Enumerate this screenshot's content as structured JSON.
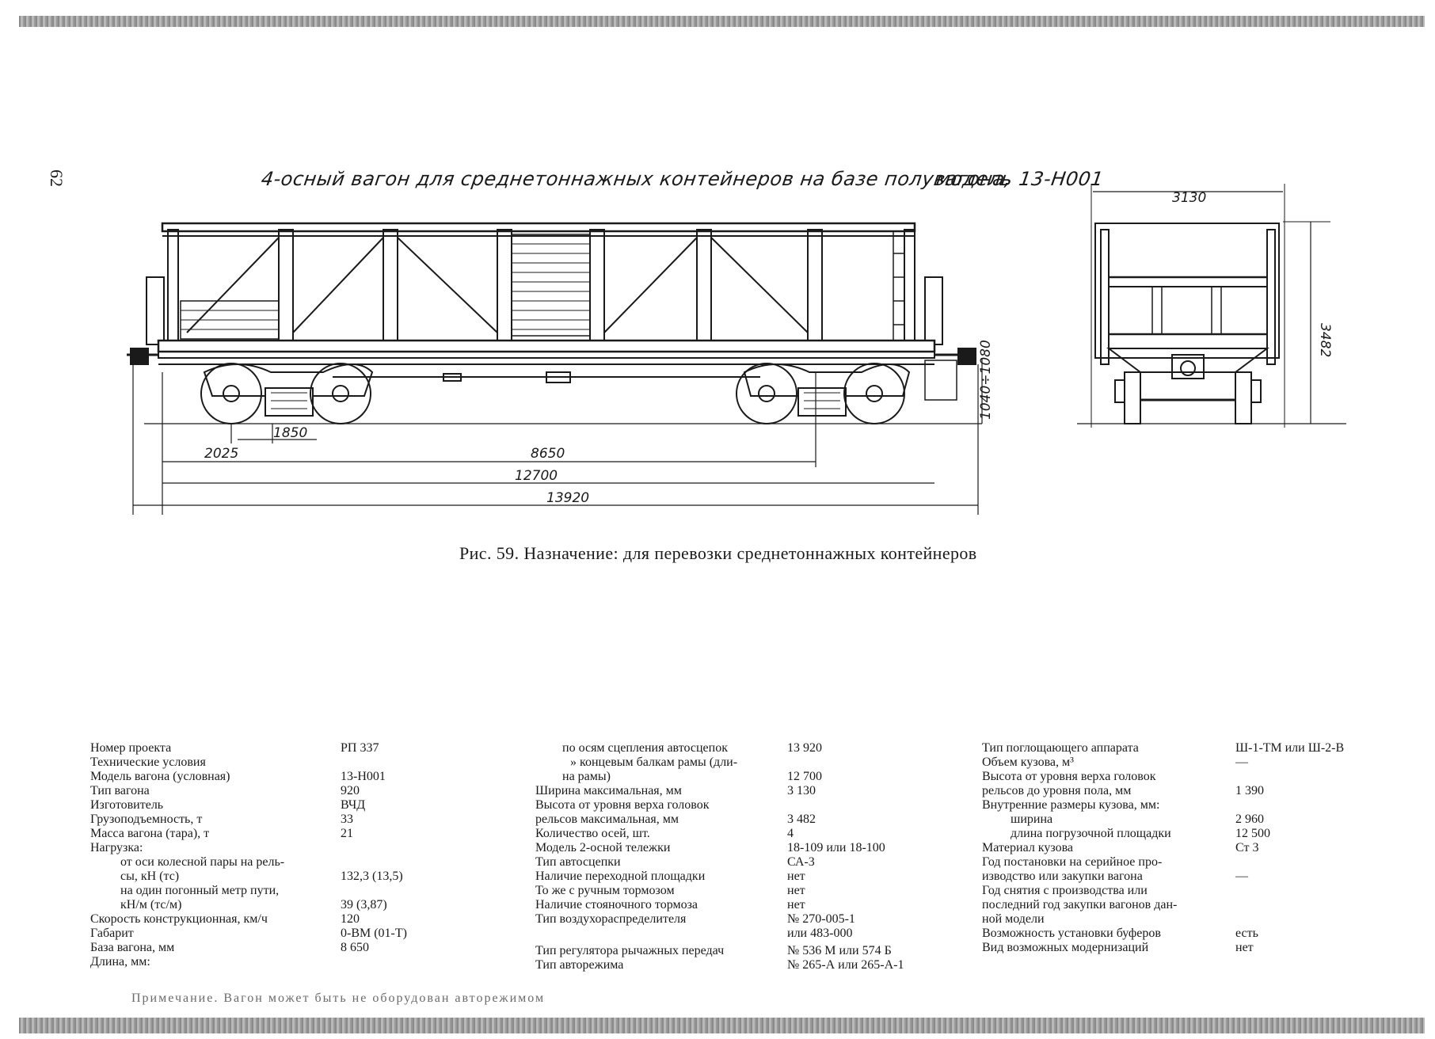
{
  "page_number": "62",
  "title": {
    "main": "4-осный вагон для среднетоннажных контейнеров на базе полувагона,",
    "model": "модель 13-Н001"
  },
  "dimensions": {
    "d3130": "3130",
    "d3482": "3482",
    "d1040": "1040÷1080",
    "d1850": "1850",
    "d2025": "2025",
    "d8650": "8650",
    "d12700": "12700",
    "d13920": "13920"
  },
  "caption": "Рис. 59. Назначение: для перевозки среднетоннажных контейнеров",
  "spec": {
    "col1": [
      {
        "label": "Номер проекта",
        "value": "РП 337"
      },
      {
        "label": "Технические условия",
        "value": ""
      },
      {
        "label": "Модель вагона (условная)",
        "value": "13-Н001"
      },
      {
        "label": "Тип вагона",
        "value": "920"
      },
      {
        "label": "Изготовитель",
        "value": "ВЧД"
      },
      {
        "label": "Грузоподъемность, т",
        "value": "33"
      },
      {
        "label": "Масса вагона (тара), т",
        "value": "21"
      },
      {
        "label": "Нагрузка:",
        "value": ""
      },
      {
        "label": "от оси колесной пары на рель-",
        "value": ""
      },
      {
        "label": "сы, кН (тс)",
        "value": "132,3 (13,5)"
      },
      {
        "label": "на один погонный метр пути,",
        "value": ""
      },
      {
        "label": "кН/м (тс/м)",
        "value": "39 (3,87)"
      },
      {
        "label": "Скорость конструкционная, км/ч",
        "value": "120"
      },
      {
        "label": "Габарит",
        "value": "0-ВМ (01-Т)"
      },
      {
        "label": "База вагона, мм",
        "value": "8 650"
      },
      {
        "label": "Длина, мм:",
        "value": ""
      }
    ],
    "col2": [
      {
        "label": "по осям сцепления автосцепок",
        "value": "13 920"
      },
      {
        "label": "» концевым балкам рамы (дли-",
        "value": ""
      },
      {
        "label": "на рамы)",
        "value": "12 700"
      },
      {
        "label": "Ширина максимальная, мм",
        "value": "3 130"
      },
      {
        "label": "Высота от уровня верха головок",
        "value": ""
      },
      {
        "label": "рельсов максимальная, мм",
        "value": "3 482"
      },
      {
        "label": "Количество осей, шт.",
        "value": "4"
      },
      {
        "label": "Модель 2-осной тележки",
        "value": "18-109 или 18-100"
      },
      {
        "label": "Тип автосцепки",
        "value": "СА-3"
      },
      {
        "label": "Наличие переходной площадки",
        "value": "нет"
      },
      {
        "label": "То же с ручным тормозом",
        "value": "нет"
      },
      {
        "label": "Наличие стояночного тормоза",
        "value": "нет"
      },
      {
        "label": "Тип воздухораспределителя",
        "value": "№ 270-005-1"
      },
      {
        "label": "",
        "value": "или 483-000"
      },
      {
        "label": "Тип регулятора рычажных передач",
        "value": "№ 536 М или 574 Б"
      },
      {
        "label": "Тип авторежима",
        "value": "№ 265-А или 265-А-1"
      }
    ],
    "col3": [
      {
        "label": "Тип поглощающего аппарата",
        "value": "Ш-1-ТМ или Ш-2-В"
      },
      {
        "label": "Объем кузова, м³",
        "value": "—"
      },
      {
        "label": "Высота от уровня верха головок",
        "value": ""
      },
      {
        "label": "рельсов до уровня пола, мм",
        "value": "1 390"
      },
      {
        "label": "Внутренние размеры кузова, мм:",
        "value": ""
      },
      {
        "label": "ширина",
        "value": "2 960"
      },
      {
        "label": "длина погрузочной площадки",
        "value": "12 500"
      },
      {
        "label": "Материал кузова",
        "value": "Ст 3"
      },
      {
        "label": "Год постановки на серийное про-",
        "value": ""
      },
      {
        "label": "изводство или закупки вагона",
        "value": "—"
      },
      {
        "label": "Год снятия с производства или",
        "value": ""
      },
      {
        "label": "последний год закупки вагонов дан-",
        "value": ""
      },
      {
        "label": "ной модели",
        "value": ""
      },
      {
        "label": "Возможность установки буферов",
        "value": "есть"
      },
      {
        "label": "Вид возможных модернизаций",
        "value": "нет"
      }
    ]
  },
  "note": "Примечание. Вагон может быть не оборудован авторежимом"
}
